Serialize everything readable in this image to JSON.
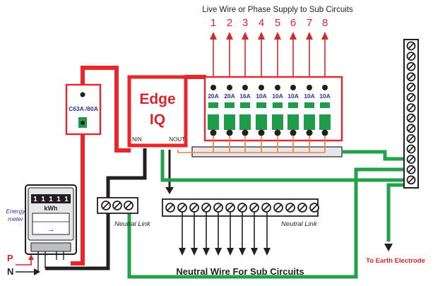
{
  "title": "Live Wire or Phase Supply to Sub Circuits",
  "circuit_numbers": [
    "1",
    "2",
    "3",
    "4",
    "5",
    "6",
    "7",
    "8"
  ],
  "breaker_ratings": [
    "20A",
    "20A",
    "16A",
    "10A",
    "10A",
    "10A",
    "10A",
    "10A"
  ],
  "main_breaker": {
    "rating": "C63A /80A"
  },
  "edge_iq": {
    "line1": "Edge",
    "line2": "IQ",
    "nin_label": "NIN",
    "nout_label": "NOUT"
  },
  "energy_meter": {
    "label_line1": "Energy",
    "label_line2": "meter",
    "digits": [
      "1",
      "1",
      "1",
      "1",
      "1"
    ],
    "unit": "kWh",
    "arrow": "→"
  },
  "neutral_link_left": "Neutral Link",
  "neutral_link_right": "Neutral Link",
  "neutral_wire_caption": "Neutral Wire For Sub Circuits",
  "earth_caption": "To Earth Electrode",
  "phase_label": "P",
  "neutral_label": "N",
  "colors": {
    "live": "#e8262c",
    "neutral": "#231f20",
    "earth": "#22a04a",
    "breaker": "#1f9b4a",
    "load_wire": "#f47a3a",
    "rating_text": "#2e3192",
    "label_red": "#d7262c"
  }
}
